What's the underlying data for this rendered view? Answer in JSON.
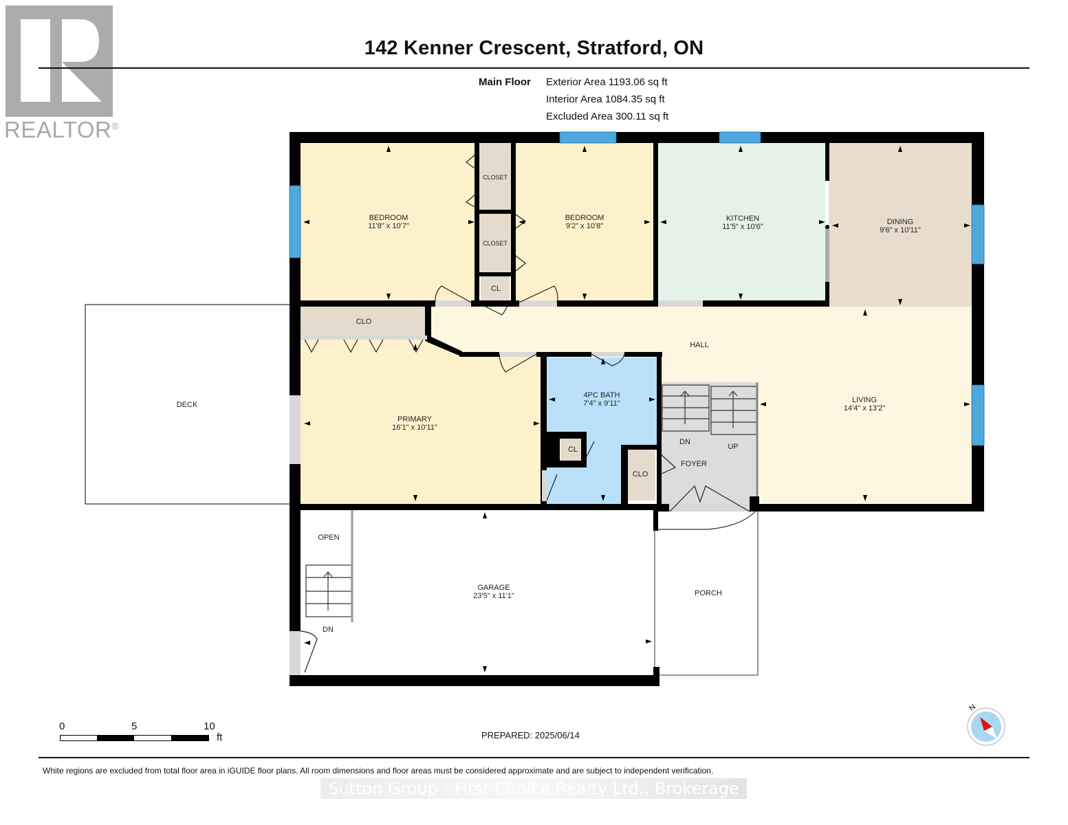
{
  "logo": {
    "icon": "realtor-r-icon",
    "text": "REALTOR",
    "registered": "®"
  },
  "header": {
    "title": "142 Kenner Crescent, Stratford, ON",
    "floor": "Main Floor",
    "areas": [
      "Exterior Area 1193.06 sq ft",
      "Interior Area 1084.35 sq ft",
      "Excluded Area 300.11 sq ft"
    ]
  },
  "colors": {
    "wall": "#000000",
    "bedroom": "#fdf1cc",
    "kitchen": "#e4f2ea",
    "dining": "#e8dccd",
    "hall": "#fdf6e0",
    "bath": "#b9e0f8",
    "closet": "#e4dbcd",
    "foyer": "#dcdcdc",
    "window": "#4fa8dc",
    "compass_red": "#e0121b",
    "compass_bg": "#a9d7f2"
  },
  "rooms": [
    {
      "name": "BEDROOM",
      "dim": "11'8\" x 10'7\""
    },
    {
      "name": "BEDROOM",
      "dim": "9'2\" x 10'8\""
    },
    {
      "name": "KITCHEN",
      "dim": "11'5\" x 10'6\""
    },
    {
      "name": "DINING",
      "dim": "9'6\" x 10'11\""
    },
    {
      "name": "PRIMARY",
      "dim": "16'1\" x 10'11\""
    },
    {
      "name": "4PC BATH",
      "dim": "7'4\" x 9'11\""
    },
    {
      "name": "LIVING",
      "dim": "14'4\" x 13'2\""
    },
    {
      "name": "GARAGE",
      "dim": "23'5\" x 11'1\""
    }
  ],
  "labels": {
    "closet1": "CLOSET",
    "closet2": "CLOSET",
    "cl_hall": "CL",
    "clo_primary": "CLO",
    "hall": "HALL",
    "cl_bath": "CL",
    "clo_foyer": "CLO",
    "dn_stair": "DN",
    "up_stair": "UP",
    "foyer": "FOYER",
    "deck": "DECK",
    "open": "OPEN",
    "dn_garage": "DN",
    "porch": "PORCH"
  },
  "scale": {
    "ticks": [
      "0",
      "5",
      "10"
    ],
    "unit": "ft"
  },
  "compass": {
    "label": "N"
  },
  "footer": {
    "prepared": "PREPARED: 2025/06/14",
    "disclaimer": "White regions are excluded from total floor area in iGUIDE floor plans. All room dimensions and floor areas must be considered approximate and are subject to independent verification.",
    "brokerage": "Sutton Group - First Choice Realty Ltd., Brokerage"
  }
}
